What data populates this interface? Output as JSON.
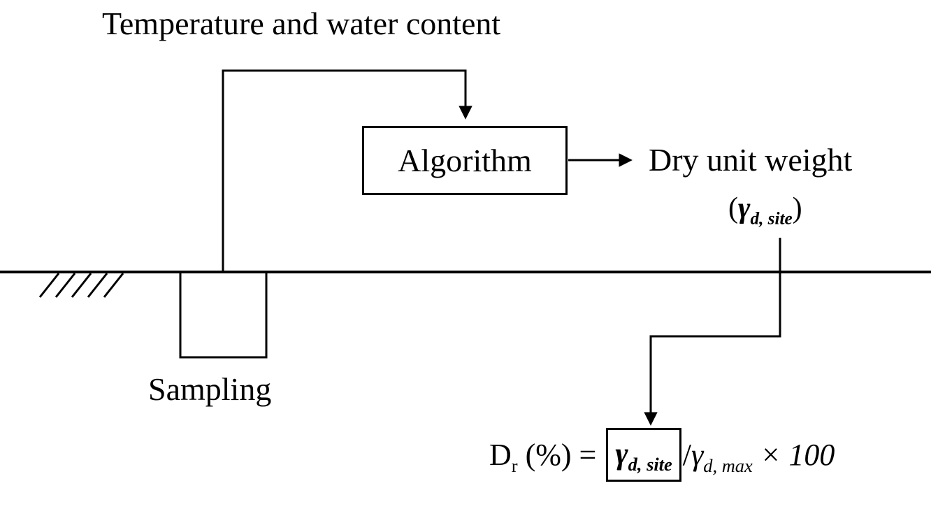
{
  "diagram": {
    "top_label": "Temperature and water content",
    "algorithm_label": "Algorithm",
    "dry_unit_weight": {
      "label": "Dry unit weight",
      "open": "(",
      "gamma": "γ",
      "sub": "d, site",
      "close": ")"
    },
    "sampling_label": "Sampling",
    "formula": {
      "d_base": "D",
      "d_sub": "r",
      "equals": " (%) =",
      "boxed_gamma": "γ",
      "boxed_sub": "d, site",
      "slash": "/",
      "gamma": "γ",
      "gamma_sub": "d, max",
      "times": " × 100"
    },
    "colors": {
      "ink": "#000000",
      "background": "#ffffff"
    }
  }
}
